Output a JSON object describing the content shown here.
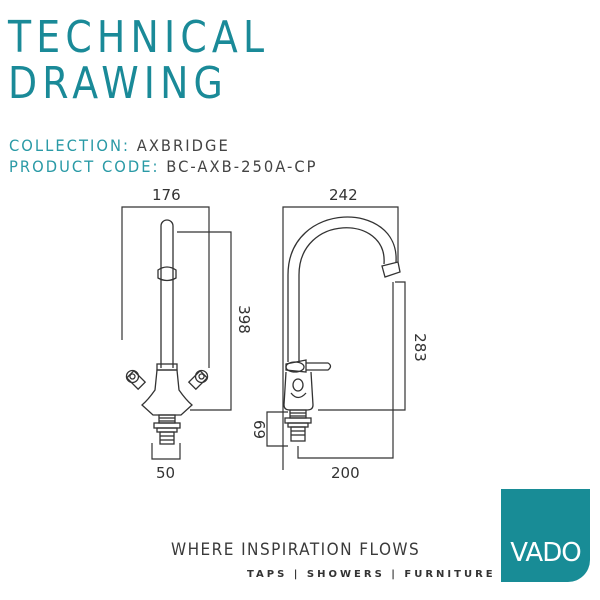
{
  "header": {
    "title_line1": "TECHNICAL",
    "title_line2": "DRAWING",
    "collection_label": "COLLECTION:",
    "collection_value": "AXBRIDGE",
    "product_code_label": "PRODUCT CODE:",
    "product_code_value": "BC-AXB-250A-CP"
  },
  "front_view": {
    "width_label": "176",
    "height_label": "398",
    "base_width_label": "50"
  },
  "side_view": {
    "width_label": "242",
    "spout_height_label": "283",
    "tail_label": "69",
    "reach_label": "200"
  },
  "footer": {
    "tagline": "WHERE INSPIRATION FLOWS",
    "categories": "TAPS | SHOWERS | FURNITURE",
    "logo_text": "VADO"
  },
  "colors": {
    "accent": "#1a8a98",
    "logo_bg": "#188c96",
    "text": "#444444",
    "line": "#333333"
  }
}
